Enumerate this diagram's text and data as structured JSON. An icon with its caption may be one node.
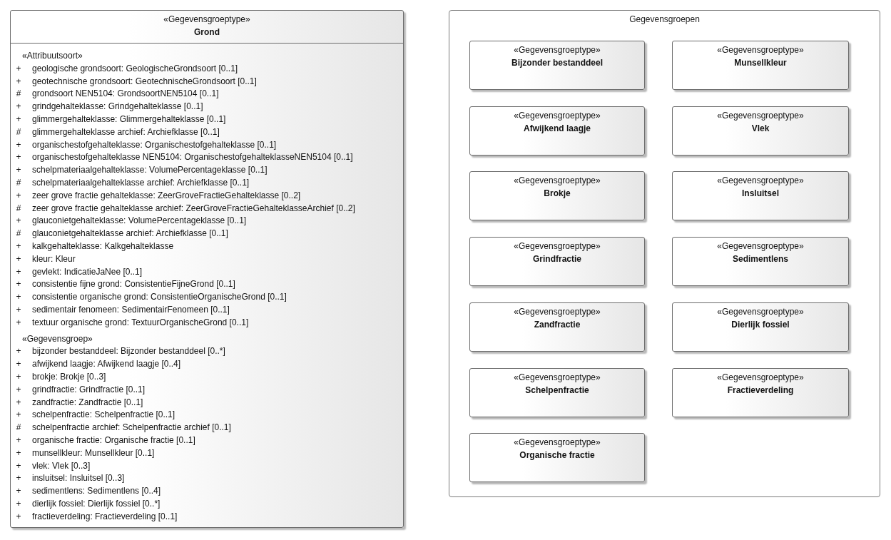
{
  "diagram": {
    "nodes": [
      {
        "text": [
          "«Gegevensgroeptype»",
          "Grond",
          "«Attribuutsoort»",
          "+",
          "geologische grondsoort: GeologischeGrondsoort [0..1]",
          "+",
          "geotechnische grondsoort: GeotechnischeGrondsoort [0..1]",
          "#",
          "grondsoort NEN5104: GrondsoortNEN5104 [0..1]",
          "+",
          "grindgehalteklasse: Grindgehalteklasse [0..1]",
          "+",
          "glimmergehalteklasse: Glimmergehalteklasse [0..1]",
          "#",
          "glimmergehalteklasse archief: Archiefklasse [0..1]",
          "+",
          "organischestofgehalteklasse: Organischestofgehalteklasse [0..1]",
          "+",
          "organischestofgehalteklasse NEN5104: OrganischestofgehalteklasseNEN5104 [0..1]",
          "+",
          "schelpmateriaalgehalteklasse: VolumePercentageklasse [0..1]",
          "#",
          "schelpmateriaalgehalteklasse archief: Archiefklasse [0..1]",
          "+",
          "zeer grove fractie gehalteklasse: ZeerGroveFractieGehalteklasse [0..2]",
          "#",
          "zeer grove fractie gehalteklasse archief: ZeerGroveFractieGehalteklasseArchief [0..2]",
          "+",
          "glauconietgehalteklasse: VolumePercentageklasse [0..1]",
          "#",
          "glauconietgehalteklasse archief: Archiefklasse [0..1]",
          "+",
          "kalkgehalteklasse: Kalkgehalteklasse",
          "+",
          "kleur: Kleur",
          "+",
          "gevlekt: IndicatieJaNee [0..1]",
          "+",
          "consistentie fijne grond: ConsistentieFijneGrond [0..1]",
          "+",
          "consistentie organische grond: ConsistentieOrganischeGrond [0..1]",
          "+",
          "sedimentair fenomeen: SedimentairFenomeen [0..1]",
          "+",
          "textuur organische grond: TextuurOrganischeGrond [0..1]",
          "«Gegevensgroep»",
          "+",
          "bijzonder bestanddeel: Bijzonder bestanddeel [0..*]",
          "+",
          "afwijkend laagje: Afwijkend laagje [0..4]",
          "+",
          "brokje: Brokje [0..3]",
          "+",
          "grindfractie: Grindfractie [0..1]",
          "+",
          "zandfractie: Zandfractie [0..1]",
          "+",
          "schelpenfractie: Schelpenfractie [0..1]",
          "#",
          "schelpenfractie archief: Schelpenfractie archief [0..1]",
          "+",
          "organische fractie: Organische fractie [0..1]",
          "+",
          "munsellkleur: Munsellkleur [0..1]",
          "+",
          "vlek: Vlek [0..3]",
          "+",
          "insluitsel: Insluitsel [0..3]",
          "+",
          "sedimentlens: Sedimentlens [0..4]",
          "+",
          "dierlijk fossiel: Dierlijk fossiel [0..*]",
          "+",
          "fractieverdeling: Fractieverdeling [0..1]"
        ]
      },
      {
        "text": [
          "Gegevensgroepen"
        ]
      },
      {
        "text": [
          "«Gegevensgroeptype»",
          "Bijzonder bestanddeel"
        ],
        "in": 1
      },
      {
        "text": [
          "«Gegevensgroeptype»",
          "Munsellkleur"
        ],
        "in": 1
      },
      {
        "text": [
          "«Gegevensgroeptype»",
          "Afwijkend laagje"
        ],
        "in": 1
      },
      {
        "text": [
          "«Gegevensgroeptype»",
          "Vlek"
        ],
        "in": 1
      },
      {
        "text": [
          "«Gegevensgroeptype»",
          "Brokje"
        ],
        "in": 1
      },
      {
        "text": [
          "«Gegevensgroeptype»",
          "Insluitsel"
        ],
        "in": 1
      },
      {
        "text": [
          "«Gegevensgroeptype»",
          "Grindfractie"
        ],
        "in": 1
      },
      {
        "text": [
          "«Gegevensgroeptype»",
          "Sedimentlens"
        ],
        "in": 1
      },
      {
        "text": [
          "«Gegevensgroeptype»",
          "Zandfractie"
        ],
        "in": 1
      },
      {
        "text": [
          "«Gegevensgroeptype»",
          "Dierlijk fossiel"
        ],
        "in": 1
      },
      {
        "text": [
          "«Gegevensgroeptype»",
          "Schelpenfractie"
        ],
        "in": 1
      },
      {
        "text": [
          "«Gegevensgroeptype»",
          "Fractieverdeling"
        ],
        "in": 1
      },
      {
        "text": [
          "«Gegevensgroeptype»",
          "Organische fractie"
        ],
        "in": 1
      }
    ]
  }
}
